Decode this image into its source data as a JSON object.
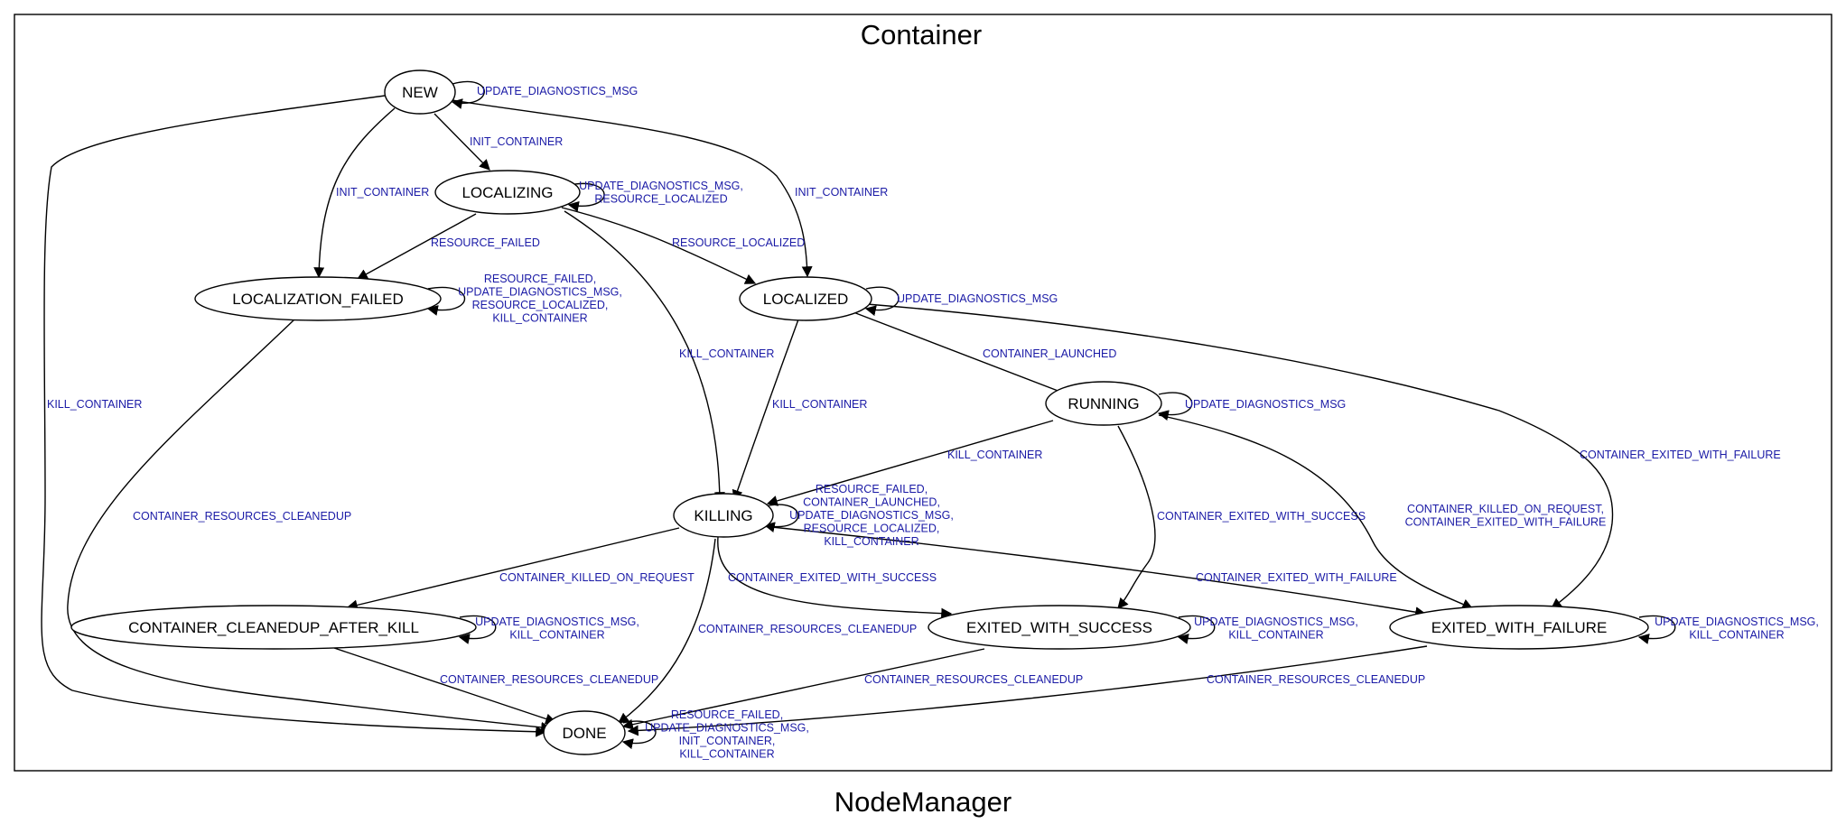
{
  "cluster": {
    "title": "Container"
  },
  "graph": {
    "title": "NodeManager"
  },
  "colors": {
    "edge_label": "#1a1aa6",
    "line": "#000000",
    "background": "#ffffff"
  },
  "states": {
    "new": "NEW",
    "localizing": "LOCALIZING",
    "localization_failed": "LOCALIZATION_FAILED",
    "localized": "LOCALIZED",
    "running": "RUNNING",
    "killing": "KILLING",
    "cleanedup_after_kill": "CONTAINER_CLEANEDUP_AFTER_KILL",
    "exited_with_success": "EXITED_WITH_SUCCESS",
    "exited_with_failure": "EXITED_WITH_FAILURE",
    "done": "DONE"
  },
  "transitions": {
    "new_self": [
      "UPDATE_DIAGNOSTICS_MSG"
    ],
    "new_to_localizing": [
      "INIT_CONTAINER"
    ],
    "new_to_localization_failed": [
      "INIT_CONTAINER"
    ],
    "new_to_localized": [
      "INIT_CONTAINER"
    ],
    "new_to_done": [
      "KILL_CONTAINER"
    ],
    "localizing_self": [
      "UPDATE_DIAGNOSTICS_MSG,",
      "RESOURCE_LOCALIZED"
    ],
    "localizing_to_localization_failed": [
      "RESOURCE_FAILED"
    ],
    "localizing_to_localized": [
      "RESOURCE_LOCALIZED"
    ],
    "localizing_to_killing": [
      "KILL_CONTAINER"
    ],
    "localization_failed_self": [
      "RESOURCE_FAILED,",
      "UPDATE_DIAGNOSTICS_MSG,",
      "RESOURCE_LOCALIZED,",
      "KILL_CONTAINER"
    ],
    "localization_failed_to_done": [
      "CONTAINER_RESOURCES_CLEANEDUP"
    ],
    "localized_self": [
      "UPDATE_DIAGNOSTICS_MSG"
    ],
    "localized_to_running": [
      "CONTAINER_LAUNCHED"
    ],
    "localized_to_killing": [
      "KILL_CONTAINER"
    ],
    "localized_to_exited_with_failure": [
      "CONTAINER_EXITED_WITH_FAILURE"
    ],
    "running_self": [
      "UPDATE_DIAGNOSTICS_MSG"
    ],
    "running_to_killing": [
      "KILL_CONTAINER"
    ],
    "running_to_exited_with_success": [
      "CONTAINER_EXITED_WITH_SUCCESS"
    ],
    "running_to_exited_with_failure": [
      "CONTAINER_KILLED_ON_REQUEST,",
      "CONTAINER_EXITED_WITH_FAILURE"
    ],
    "killing_self": [
      "RESOURCE_FAILED,",
      "CONTAINER_LAUNCHED,",
      "UPDATE_DIAGNOSTICS_MSG,",
      "RESOURCE_LOCALIZED,",
      "KILL_CONTAINER"
    ],
    "killing_to_cleanedup_after_kill": [
      "CONTAINER_KILLED_ON_REQUEST"
    ],
    "killing_to_exited_with_success": [
      "CONTAINER_EXITED_WITH_SUCCESS"
    ],
    "killing_to_exited_with_failure": [
      "CONTAINER_EXITED_WITH_FAILURE"
    ],
    "killing_to_done": [
      "CONTAINER_RESOURCES_CLEANEDUP"
    ],
    "cleanedup_after_kill_self": [
      "UPDATE_DIAGNOSTICS_MSG,",
      "KILL_CONTAINER"
    ],
    "cleanedup_after_kill_to_done": [
      "CONTAINER_RESOURCES_CLEANEDUP"
    ],
    "exited_with_success_self": [
      "UPDATE_DIAGNOSTICS_MSG,",
      "KILL_CONTAINER"
    ],
    "exited_with_success_to_done": [
      "CONTAINER_RESOURCES_CLEANEDUP"
    ],
    "exited_with_failure_self": [
      "UPDATE_DIAGNOSTICS_MSG,",
      "KILL_CONTAINER"
    ],
    "exited_with_failure_to_done": [
      "CONTAINER_RESOURCES_CLEANEDUP"
    ],
    "done_self": [
      "RESOURCE_FAILED,",
      "UPDATE_DIAGNOSTICS_MSG,",
      "INIT_CONTAINER,",
      "KILL_CONTAINER"
    ]
  }
}
